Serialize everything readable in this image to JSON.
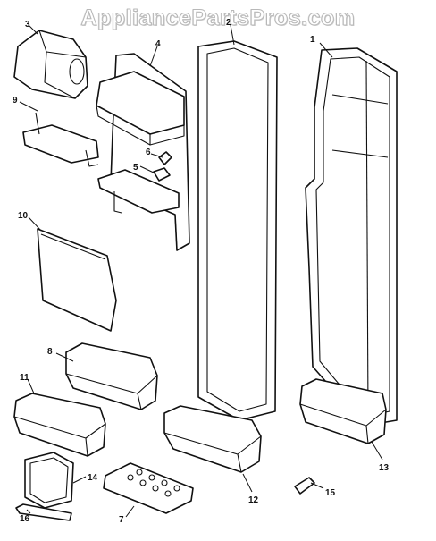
{
  "watermark": "AppliancePartsPros.com",
  "parts": [
    {
      "id": "1",
      "label": "1"
    },
    {
      "id": "2",
      "label": "2"
    },
    {
      "id": "3",
      "label": "3"
    },
    {
      "id": "4",
      "label": "4"
    },
    {
      "id": "5",
      "label": "5"
    },
    {
      "id": "6",
      "label": "6"
    },
    {
      "id": "7",
      "label": "7"
    },
    {
      "id": "8",
      "label": "8"
    },
    {
      "id": "9",
      "label": "9"
    },
    {
      "id": "10",
      "label": "10"
    },
    {
      "id": "11",
      "label": "11"
    },
    {
      "id": "12",
      "label": "12"
    },
    {
      "id": "13",
      "label": "13"
    },
    {
      "id": "14",
      "label": "14"
    },
    {
      "id": "15",
      "label": "15"
    },
    {
      "id": "16",
      "label": "16"
    }
  ]
}
